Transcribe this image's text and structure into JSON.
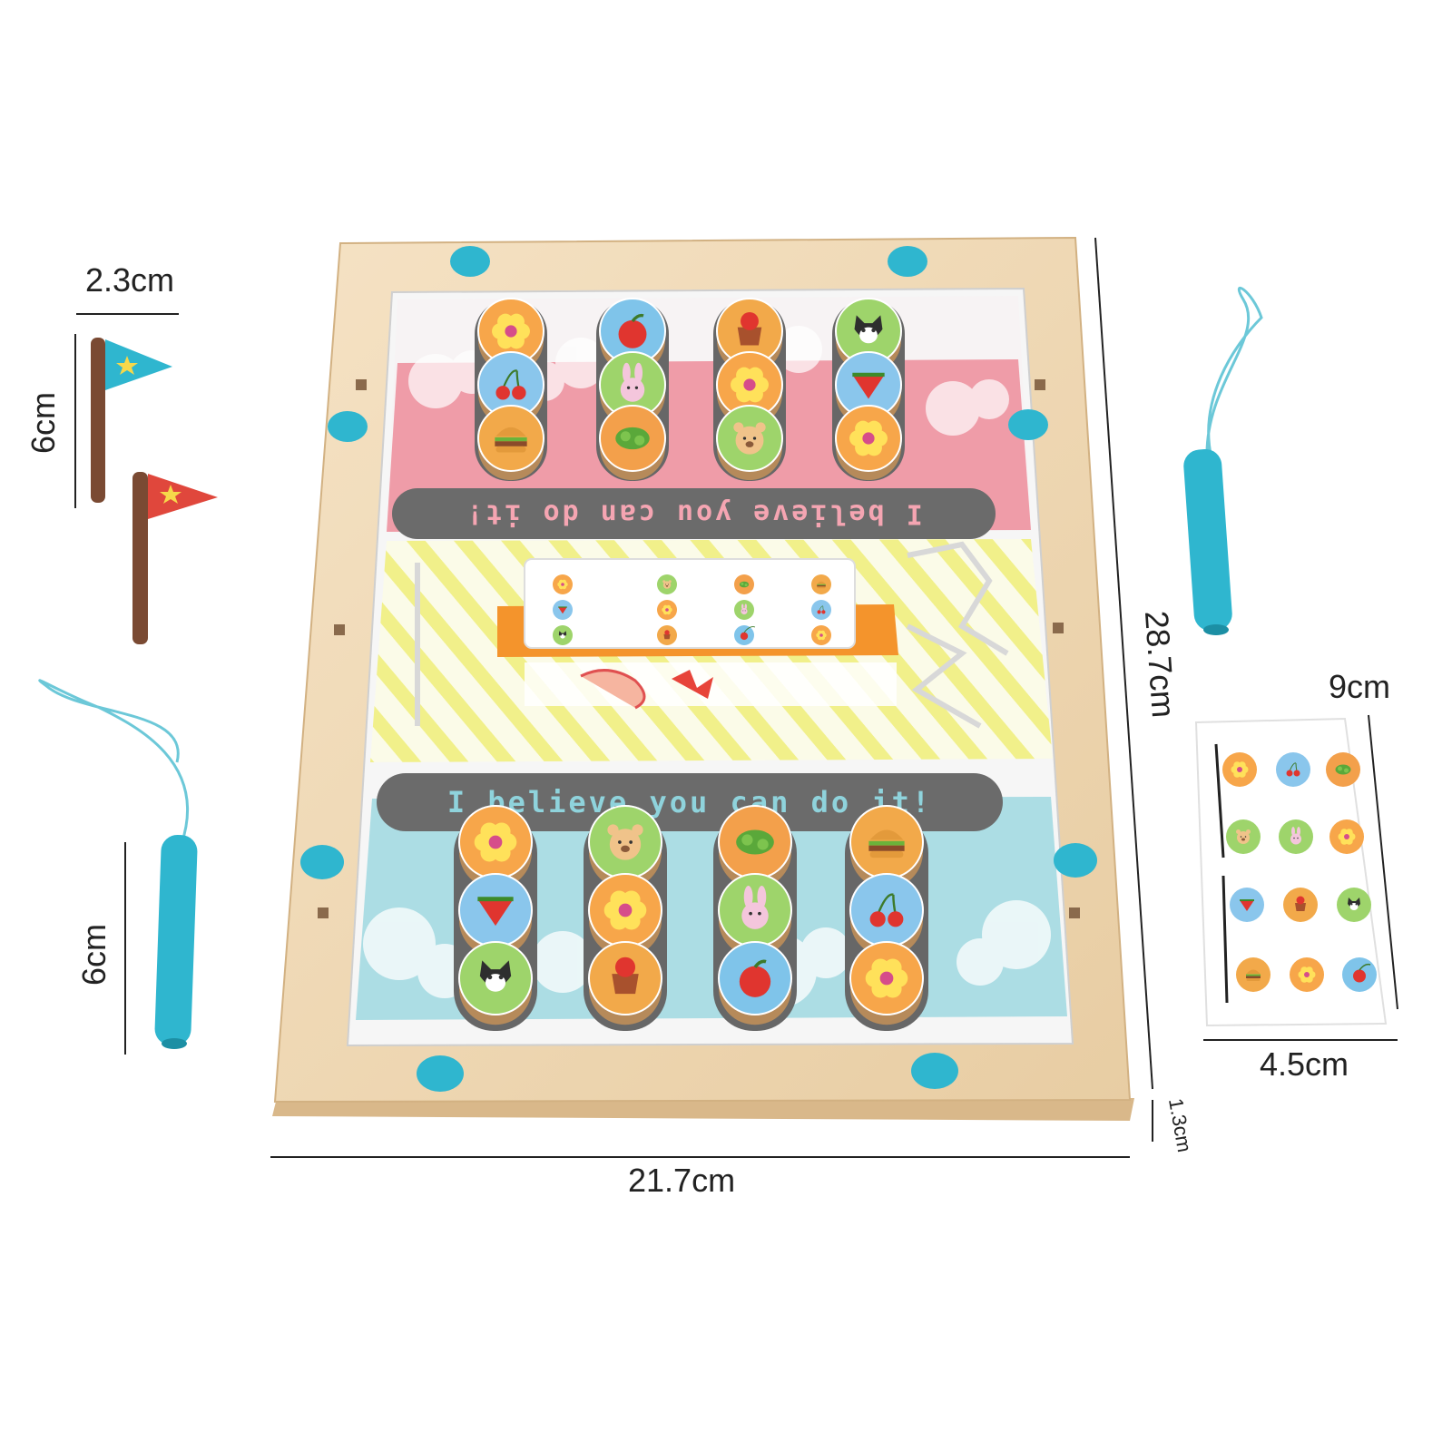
{
  "dimensions": {
    "flag_width": "2.3cm",
    "flag_height": "6cm",
    "stick_length": "6cm",
    "board_width": "21.7cm",
    "board_height": "28.7cm",
    "board_thickness": "1.3cm",
    "card_height": "9cm",
    "card_width": "4.5cm"
  },
  "board": {
    "top_slogan": "I believe you can do it!",
    "bottom_slogan": "I believe you can do it!",
    "top_columns": [
      [
        "flower",
        "cherries",
        "burger"
      ],
      [
        "apple",
        "rabbit",
        "veggie"
      ],
      [
        "pot",
        "flower",
        "bear"
      ],
      [
        "cat",
        "watermelon",
        "flower"
      ]
    ],
    "bottom_columns": [
      [
        "flower",
        "watermelon",
        "cat"
      ],
      [
        "bear",
        "flower",
        "pot"
      ],
      [
        "veggie",
        "rabbit",
        "apple"
      ],
      [
        "burger",
        "cherries",
        "flower"
      ]
    ],
    "center_card": [
      [
        "flower",
        "bear",
        "veggie",
        "burger"
      ],
      [
        "watermelon",
        "flower",
        "rabbit",
        "cherries"
      ],
      [
        "cat",
        "pot",
        "apple",
        "flower"
      ]
    ]
  },
  "side_card": [
    [
      "flower",
      "cherries",
      "veggie"
    ],
    [
      "bear",
      "rabbit",
      "flower"
    ],
    [
      "watermelon",
      "pot",
      "cat"
    ],
    [
      "burger",
      "flower",
      "apple"
    ]
  ],
  "flags": [
    "teal-star-flag",
    "red-star-flag"
  ],
  "sticks": [
    "magnetic-stick-left",
    "magnetic-stick-right"
  ],
  "colors": {
    "wood": "#f1d9b6",
    "wood_edge": "#d9b88a",
    "teal": "#2fb6cf",
    "pink_panel": "#ec7f8f",
    "blue_panel": "#9fd8e0",
    "slogan_bar": "#6b6b6b",
    "orange_tray": "#f4942c",
    "flag_pole": "#7a4a33",
    "flag_red": "#e0473c"
  }
}
